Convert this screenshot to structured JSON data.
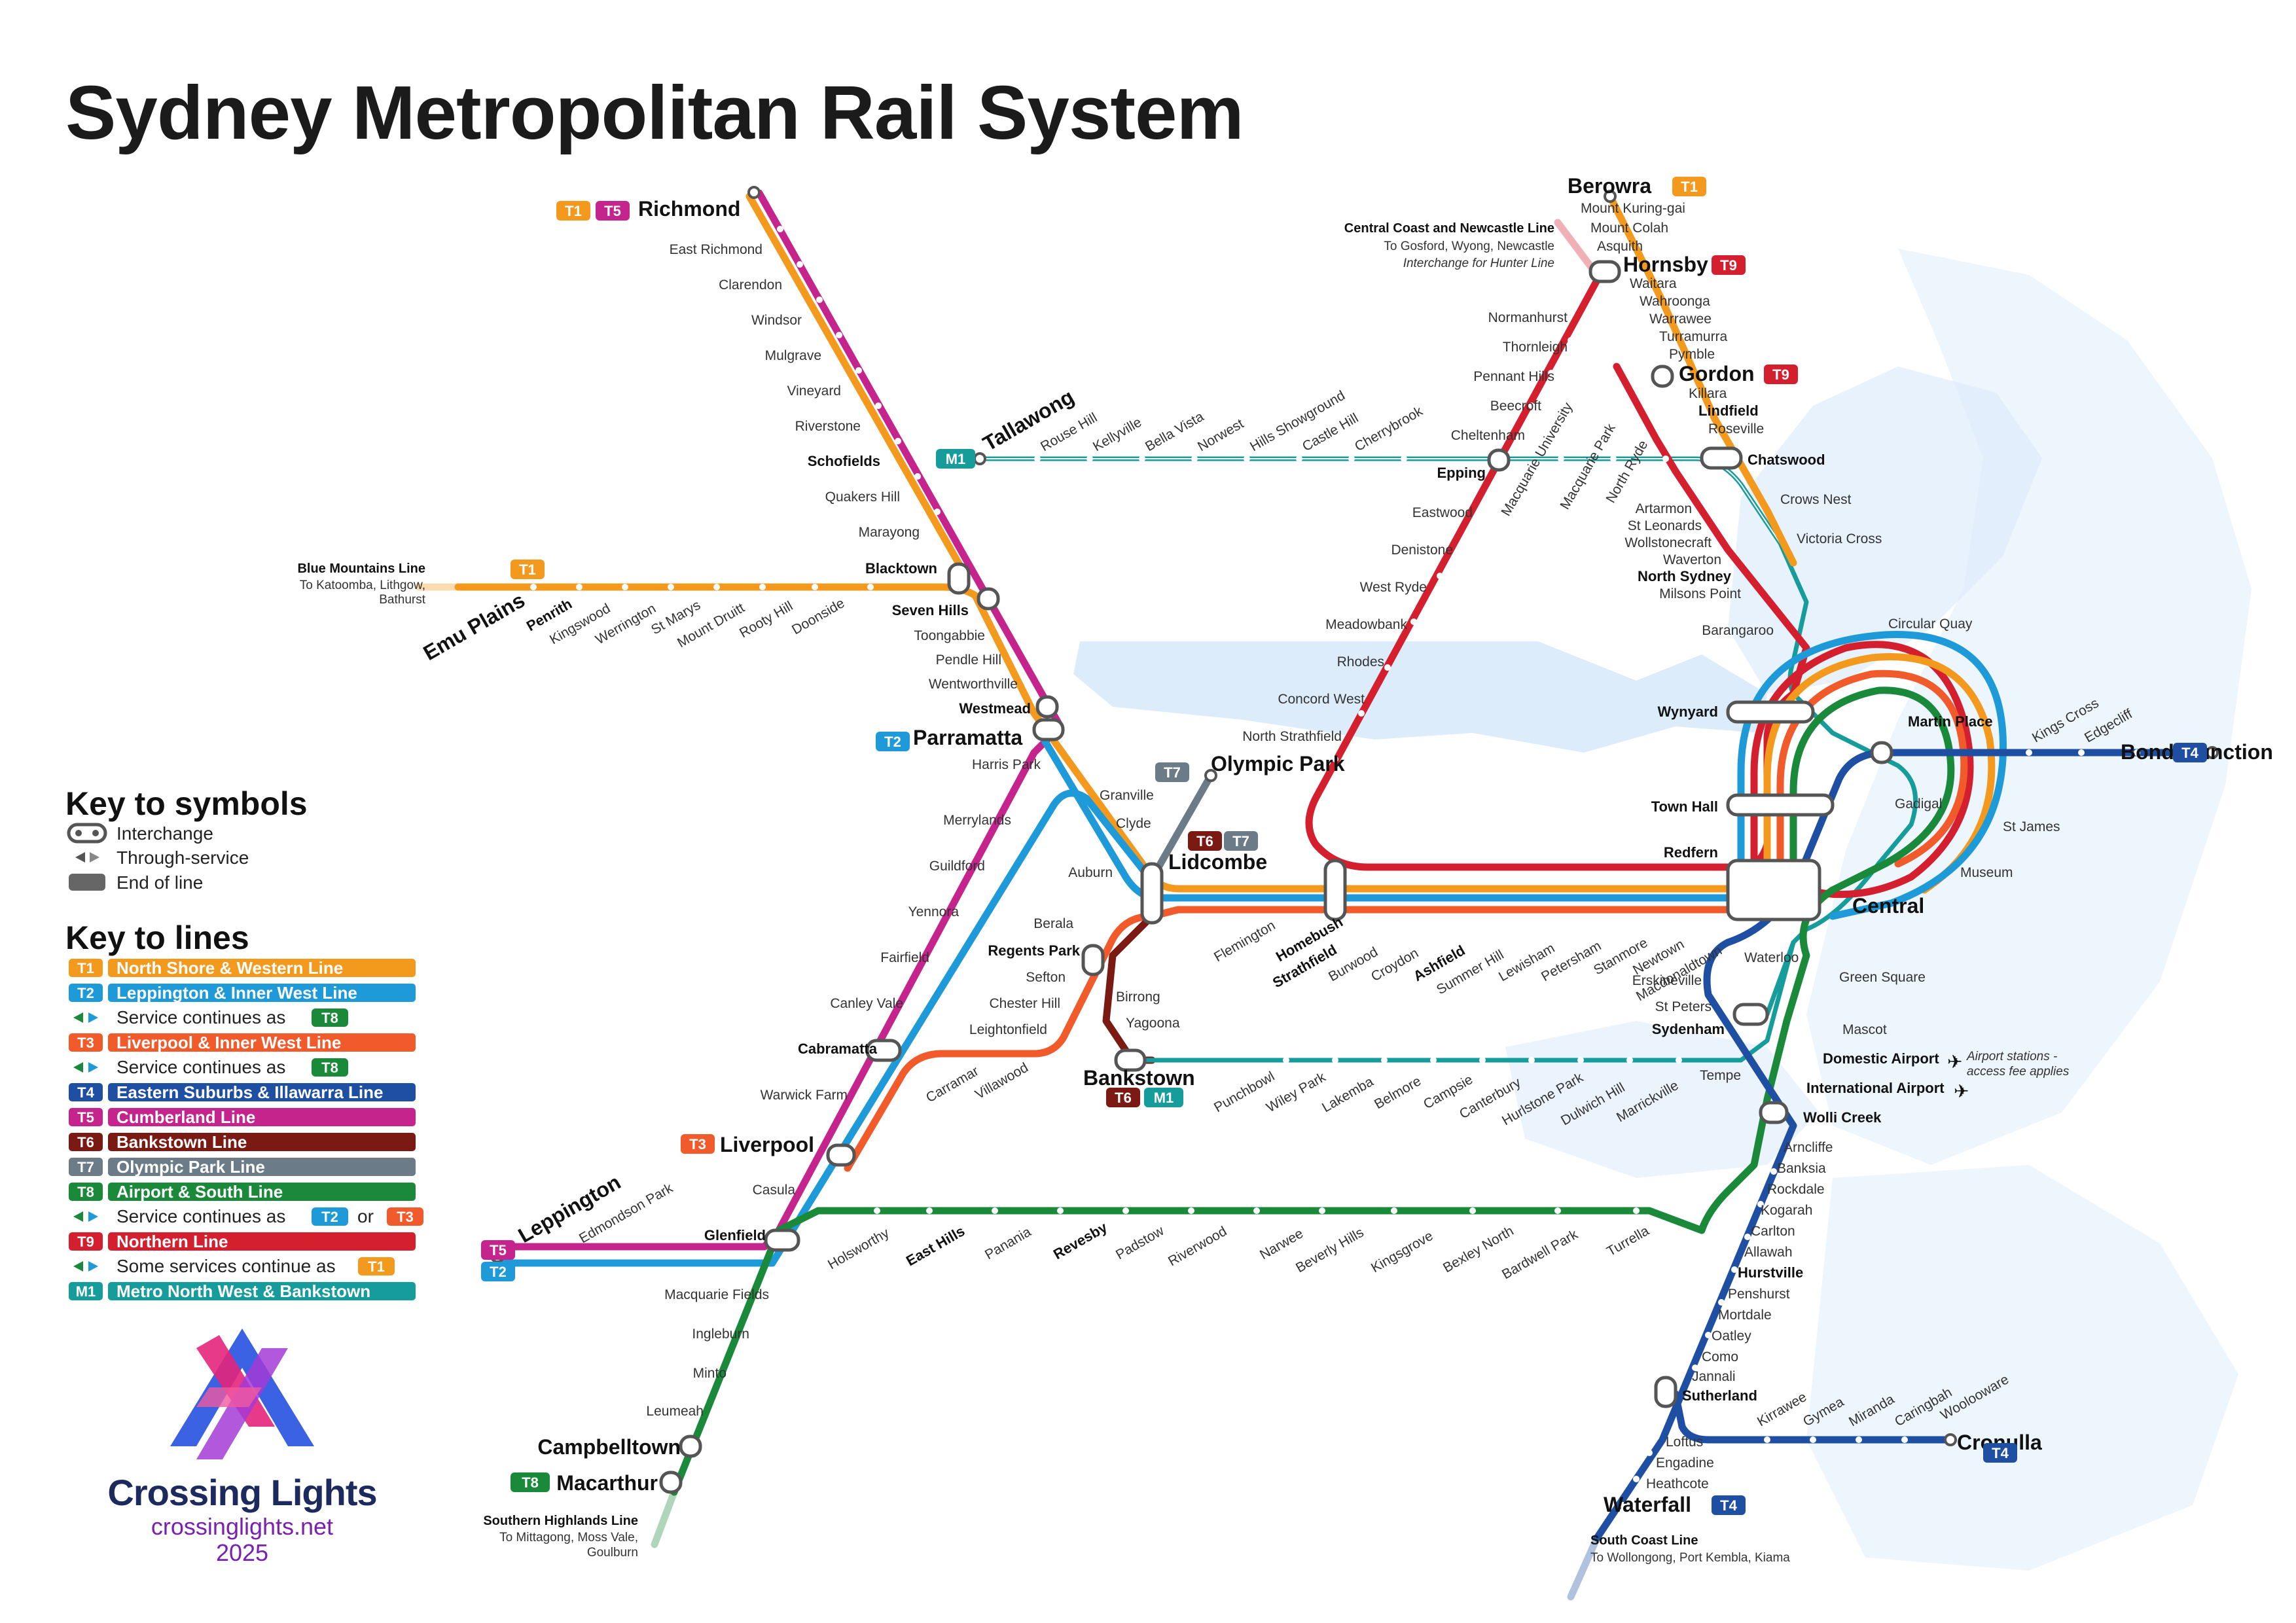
{
  "title": "Sydney Metropolitan Rail System",
  "colors": {
    "T1": "#f39a1e",
    "T2": "#1e9ad8",
    "T3": "#f15a2a",
    "T4": "#1f4fa3",
    "T5": "#c4248c",
    "T6": "#7a1a12",
    "T7": "#6b7b87",
    "T8": "#1a8a3a",
    "T9": "#d4202e",
    "M1": "#179c9c",
    "water": "#dcebfb"
  },
  "key_symbols": {
    "heading": "Key to symbols",
    "interchange": "Interchange",
    "through_service": "Through-service",
    "end_of_line": "End of line"
  },
  "key_lines": {
    "heading": "Key to lines",
    "items": [
      {
        "code": "T1",
        "label": "North Shore & Western Line"
      },
      {
        "code": "T2",
        "label": "Leppington & Inner West Line"
      },
      {
        "code": "",
        "label": "Service continues as",
        "badge": "T8"
      },
      {
        "code": "T3",
        "label": "Liverpool & Inner West Line"
      },
      {
        "code": "",
        "label": "Service continues as",
        "badge": "T8"
      },
      {
        "code": "T4",
        "label": "Eastern Suburbs & Illawarra Line"
      },
      {
        "code": "T5",
        "label": "Cumberland Line"
      },
      {
        "code": "T6",
        "label": "Bankstown Line"
      },
      {
        "code": "T7",
        "label": "Olympic Park Line"
      },
      {
        "code": "T8",
        "label": "Airport & South Line"
      },
      {
        "code": "",
        "label": "Service continues as",
        "badge": "T2",
        "or": "or",
        "badge2": "T3"
      },
      {
        "code": "T9",
        "label": "Northern Line"
      },
      {
        "code": "",
        "label": "Some services continue as",
        "badge": "T1"
      },
      {
        "code": "M1",
        "label": "Metro North West & Bankstown"
      }
    ]
  },
  "brand": {
    "name": "Crossing Lights",
    "url": "crossinglights.net",
    "year": "2025"
  },
  "notes": {
    "blue_mountains": {
      "title": "Blue Mountains Line",
      "line1": "To Katoomba, Lithgow,",
      "line2": "Bathurst"
    },
    "central_coast": {
      "title": "Central Coast and Newcastle Line",
      "line1": "To Gosford, Wyong, Newcastle",
      "line2": "Interchange for Hunter Line"
    },
    "southern_highlands": {
      "title": "Southern Highlands Line",
      "line1": "To Mittagong, Moss Vale,",
      "line2": "Goulburn"
    },
    "south_coast": {
      "title": "South Coast Line",
      "line1": "To Wollongong, Port Kembla, Kiama"
    },
    "airport": {
      "line1": "Airport stations -",
      "line2": "access fee applies"
    }
  },
  "stations": {
    "richmond": "Richmond",
    "east_richmond": "East Richmond",
    "clarendon": "Clarendon",
    "windsor": "Windsor",
    "mulgrave": "Mulgrave",
    "vineyard": "Vineyard",
    "riverstone": "Riverstone",
    "schofields": "Schofields",
    "quakers_hill": "Quakers Hill",
    "marayong": "Marayong",
    "blacktown": "Blacktown",
    "seven_hills": "Seven Hills",
    "toongabbie": "Toongabbie",
    "pendle_hill": "Pendle Hill",
    "wentworthville": "Wentworthville",
    "westmead": "Westmead",
    "parramatta": "Parramatta",
    "harris_park": "Harris Park",
    "granville": "Granville",
    "clyde": "Clyde",
    "auburn": "Auburn",
    "lidcombe": "Lidcombe",
    "olympic_park": "Olympic Park",
    "emu_plains": "Emu Plains",
    "penrith": "Penrith",
    "kingswood": "Kingswood",
    "werrington": "Werrington",
    "st_marys": "St Marys",
    "mount_druitt": "Mount Druitt",
    "rooty_hill": "Rooty Hill",
    "doonside": "Doonside",
    "tallawong": "Tallawong",
    "rouse_hill": "Rouse Hill",
    "kellyville": "Kellyville",
    "bella_vista": "Bella Vista",
    "norwest": "Norwest",
    "hills_showground": "Hills Showground",
    "castle_hill": "Castle Hill",
    "cherrybrook": "Cherrybrook",
    "epping": "Epping",
    "macquarie_university": "Macquarie University",
    "macquarie_park": "Macquarie Park",
    "north_ryde": "North Ryde",
    "chatswood": "Chatswood",
    "crows_nest": "Crows Nest",
    "victoria_cross": "Victoria Cross",
    "barangaroo": "Barangaroo",
    "martin_place": "Martin Place",
    "gadigal": "Gadigal",
    "central": "Central",
    "waterloo": "Waterloo",
    "sydenham": "Sydenham",
    "berowra": "Berowra",
    "mount_kuring_gai": "Mount Kuring-gai",
    "mount_colah": "Mount Colah",
    "asquith": "Asquith",
    "hornsby": "Hornsby",
    "waitara": "Waitara",
    "wahroonga": "Wahroonga",
    "warrawee": "Warrawee",
    "turramurra": "Turramurra",
    "pymble": "Pymble",
    "gordon": "Gordon",
    "killara": "Killara",
    "lindfield": "Lindfield",
    "roseville": "Roseville",
    "artarmon": "Artarmon",
    "st_leonards": "St Leonards",
    "wollstonecraft": "Wollstonecraft",
    "waverton": "Waverton",
    "north_sydney": "North Sydney",
    "milsons_point": "Milsons Point",
    "normanhurst": "Normanhurst",
    "thornleigh": "Thornleigh",
    "pennant_hills": "Pennant Hills",
    "beecroft": "Beecroft",
    "cheltenham": "Cheltenham",
    "eastwood": "Eastwood",
    "denistone": "Denistone",
    "west_ryde": "West Ryde",
    "meadowbank": "Meadowbank",
    "rhodes": "Rhodes",
    "concord_west": "Concord West",
    "north_strathfield": "North Strathfield",
    "circular_quay": "Circular Quay",
    "wynyard": "Wynyard",
    "town_hall": "Town Hall",
    "redfern": "Redfern",
    "st_james": "St James",
    "museum": "Museum",
    "kings_cross": "Kings Cross",
    "edgecliff": "Edgecliff",
    "bondi_junction": "Bondi Junction",
    "flemington": "Flemington",
    "homebush": "Homebush",
    "strathfield": "Strathfield",
    "burwood": "Burwood",
    "croydon": "Croydon",
    "ashfield": "Ashfield",
    "summer_hill": "Summer Hill",
    "lewisham": "Lewisham",
    "petersham": "Petersham",
    "stanmore": "Stanmore",
    "newtown": "Newtown",
    "macdonaldtown": "Macdonaldtown",
    "erskineville": "Erskineville",
    "st_peters": "St Peters",
    "tempe": "Tempe",
    "green_square": "Green Square",
    "mascot": "Mascot",
    "domestic_airport": "Domestic Airport",
    "international_airport": "International Airport",
    "wolli_creek": "Wolli Creek",
    "arncliffe": "Arncliffe",
    "banksia": "Banksia",
    "rockdale": "Rockdale",
    "kogarah": "Kogarah",
    "carlton": "Carlton",
    "allawah": "Allawah",
    "hurstville": "Hurstville",
    "penshurst": "Penshurst",
    "mortdale": "Mortdale",
    "oatley": "Oatley",
    "como": "Como",
    "jannali": "Jannali",
    "sutherland": "Sutherland",
    "loftus": "Loftus",
    "engadine": "Engadine",
    "heathcote": "Heathcote",
    "waterfall": "Waterfall",
    "kirrawee": "Kirrawee",
    "gymea": "Gymea",
    "miranda": "Miranda",
    "caringbah": "Caringbah",
    "woolooware": "Woolooware",
    "cronulla": "Cronulla",
    "berala": "Berala",
    "regents_park": "Regents Park",
    "sefton": "Sefton",
    "chester_hill": "Chester Hill",
    "leightonfield": "Leightonfield",
    "villawood": "Villawood",
    "carramar": "Carramar",
    "birrong": "Birrong",
    "yagoona": "Yagoona",
    "bankstown": "Bankstown",
    "punchbowl": "Punchbowl",
    "wiley_park": "Wiley Park",
    "lakemba": "Lakemba",
    "belmore": "Belmore",
    "campsie": "Campsie",
    "canterbury": "Canterbury",
    "hurlstone_park": "Hurlstone Park",
    "dulwich_hill": "Dulwich Hill",
    "marrickville": "Marrickville",
    "merrylands": "Merrylands",
    "guildford": "Guildford",
    "yennora": "Yennora",
    "fairfield": "Fairfield",
    "canley_vale": "Canley Vale",
    "cabramatta": "Cabramatta",
    "warwick_farm": "Warwick Farm",
    "liverpool": "Liverpool",
    "casula": "Casula",
    "leppington": "Leppington",
    "edmondson_park": "Edmondson Park",
    "glenfield": "Glenfield",
    "macquarie_fields": "Macquarie Fields",
    "ingleburn": "Ingleburn",
    "minto": "Minto",
    "leumeah": "Leumeah",
    "campbelltown": "Campbelltown",
    "macarthur": "Macarthur",
    "holsworthy": "Holsworthy",
    "east_hills": "East Hills",
    "panania": "Panania",
    "revesby": "Revesby",
    "padstow": "Padstow",
    "riverwood": "Riverwood",
    "narwee": "Narwee",
    "beverly_hills": "Beverly Hills",
    "kingsgrove": "Kingsgrove",
    "bexley_north": "Bexley North",
    "bardwell_park": "Bardwell Park",
    "turrella": "Turrella"
  }
}
